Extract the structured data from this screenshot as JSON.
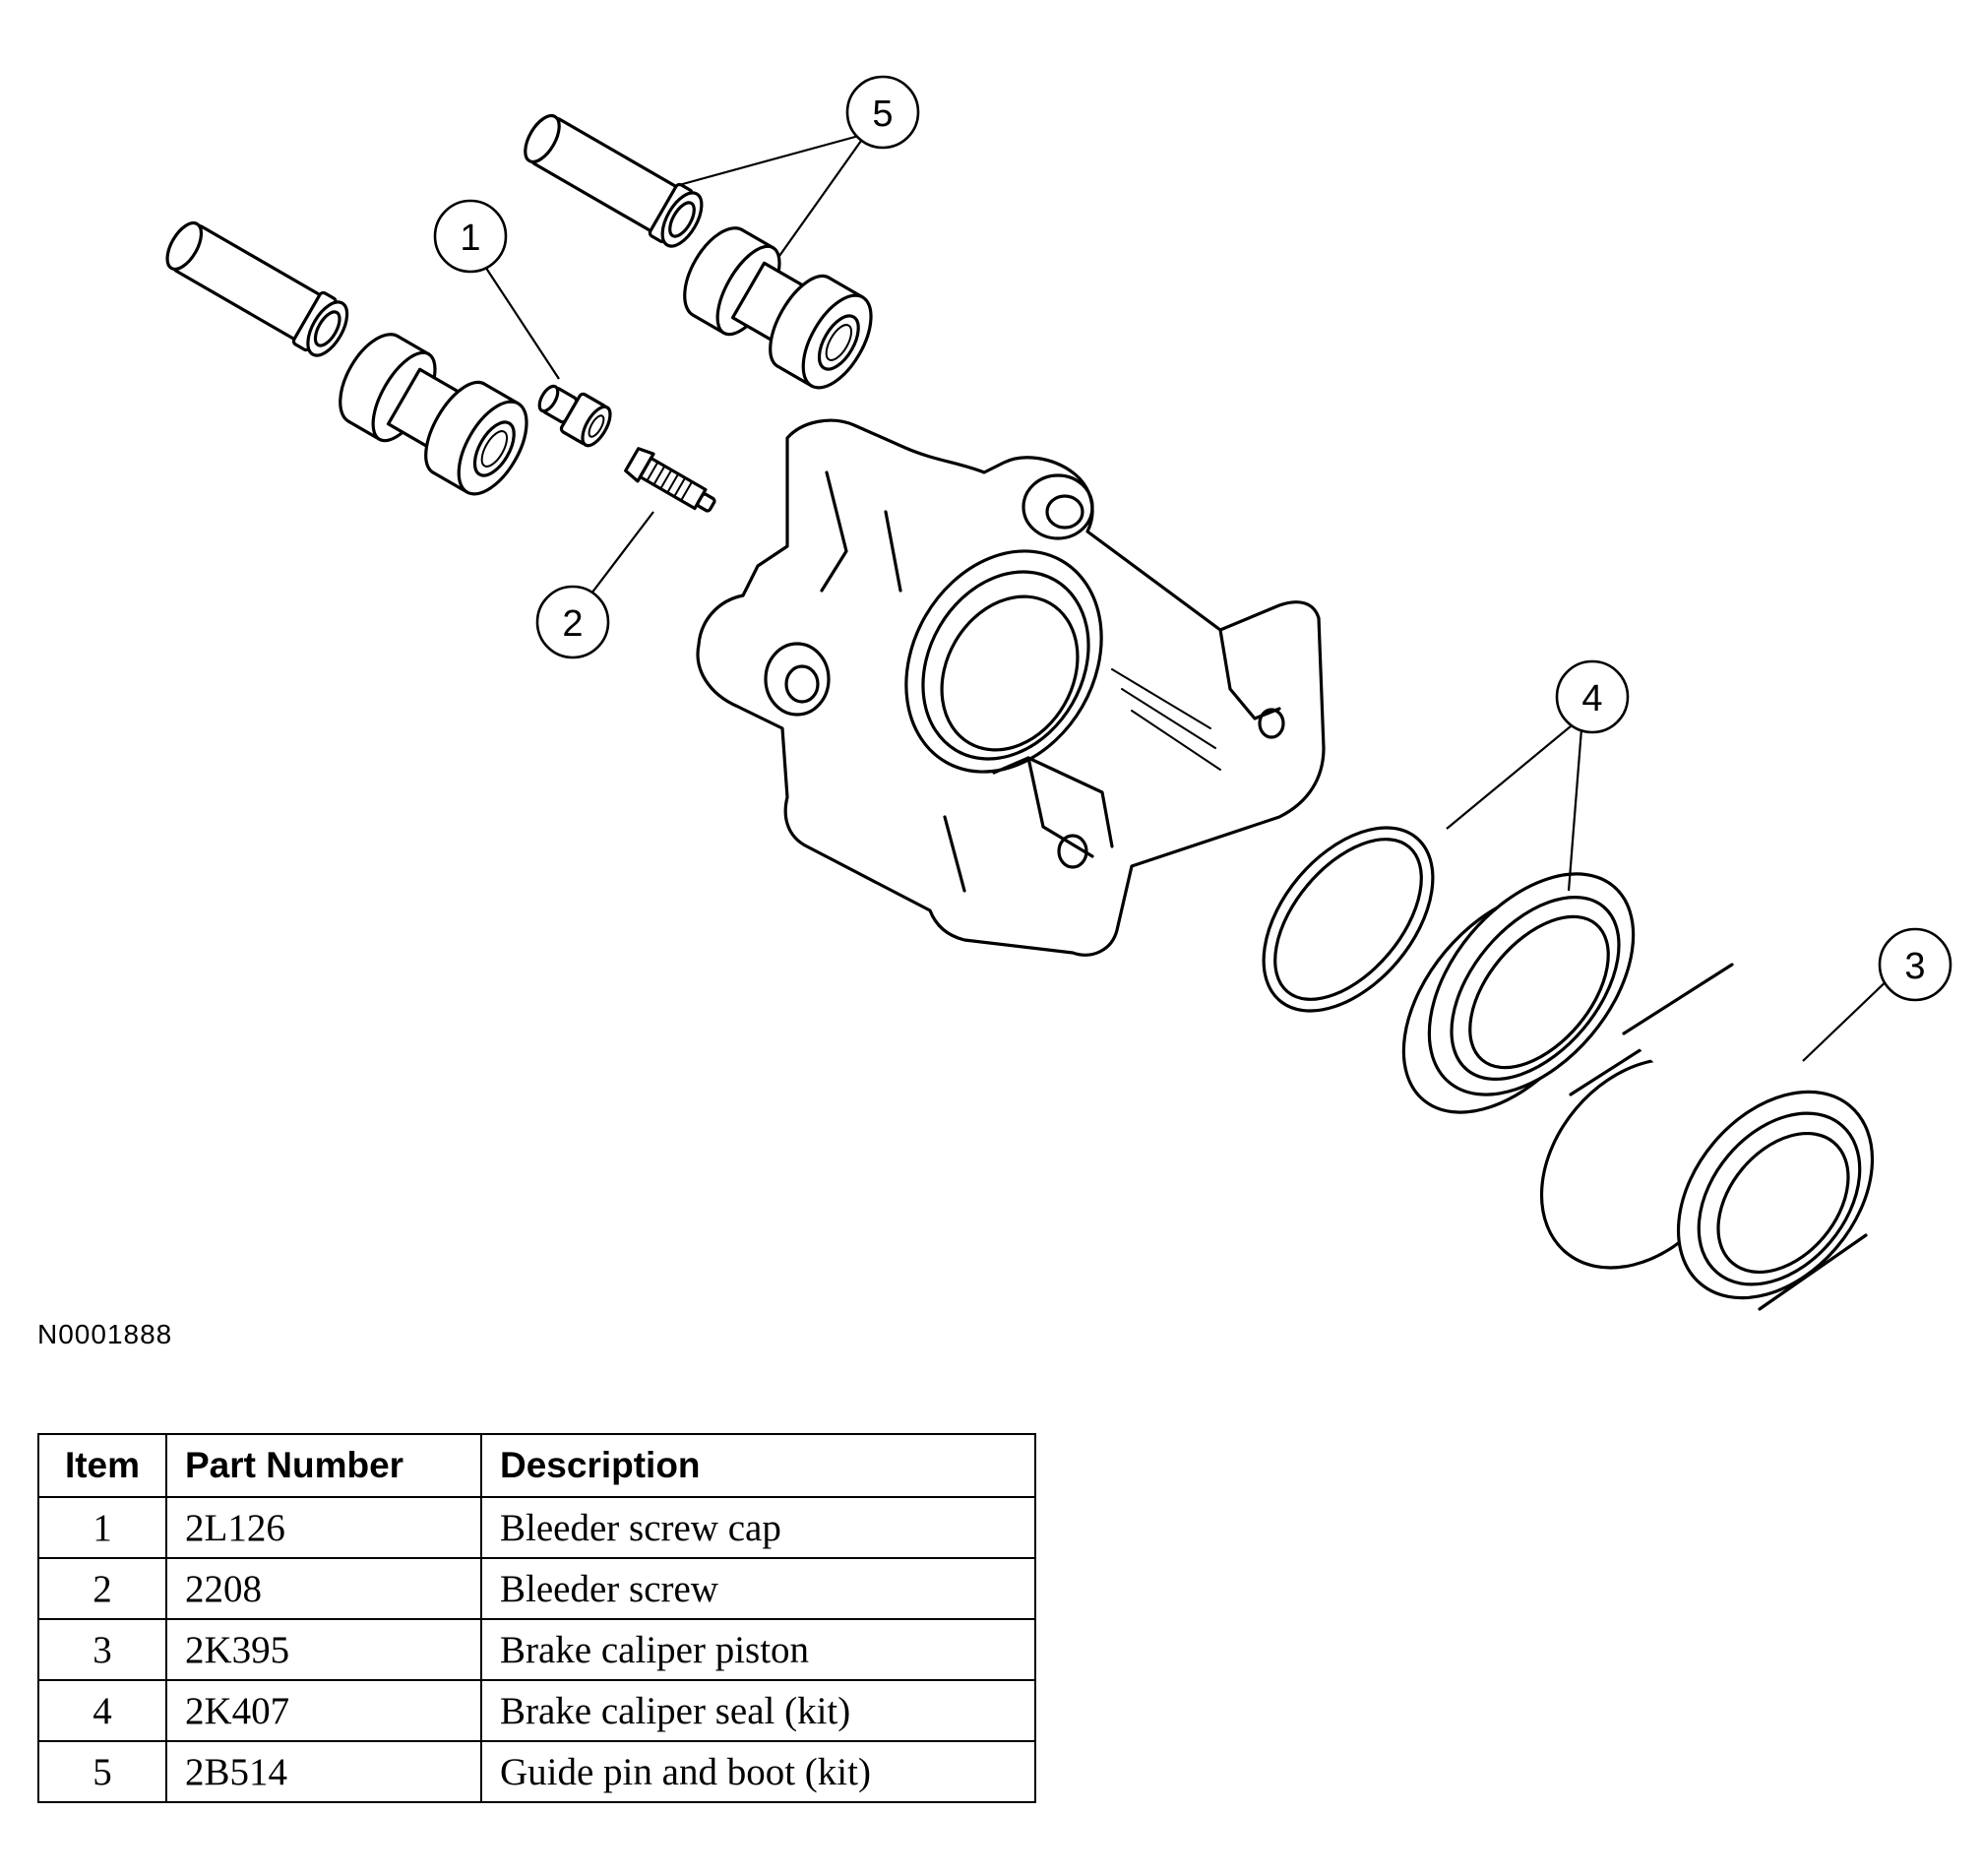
{
  "callouts": [
    {
      "label": "1"
    },
    {
      "label": "2"
    },
    {
      "label": "3"
    },
    {
      "label": "4"
    },
    {
      "label": "5"
    }
  ],
  "figure_id": "N0001888",
  "table": {
    "headers": {
      "item": "Item",
      "part_number": "Part Number",
      "description": "Description"
    },
    "rows": [
      {
        "item": "1",
        "part_number": "2L126",
        "description": "Bleeder screw cap"
      },
      {
        "item": "2",
        "part_number": "2208",
        "description": "Bleeder screw"
      },
      {
        "item": "3",
        "part_number": "2K395",
        "description": "Brake caliper piston"
      },
      {
        "item": "4",
        "part_number": "2K407",
        "description": "Brake caliper seal (kit)"
      },
      {
        "item": "5",
        "part_number": "2B514",
        "description": "Guide pin and boot (kit)"
      }
    ]
  }
}
